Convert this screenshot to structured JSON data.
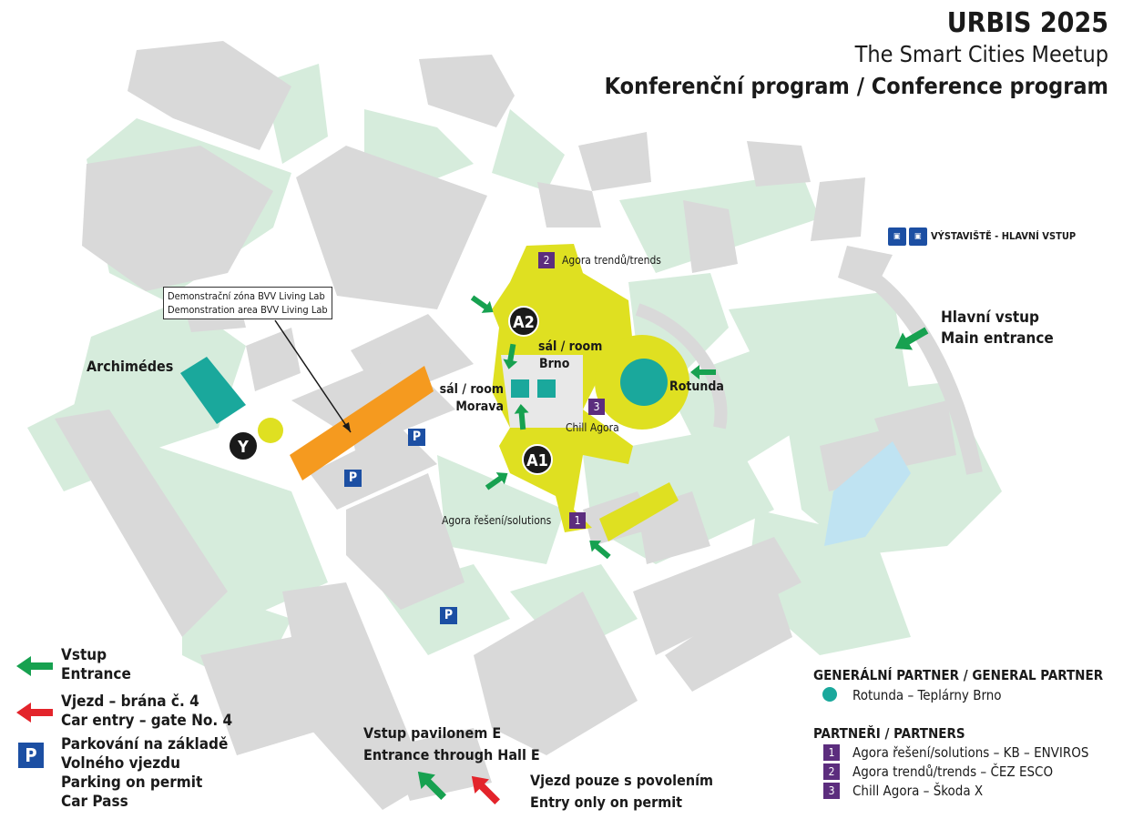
{
  "header": {
    "title": "URBIS 2025",
    "subtitle": "The Smart Cities Meetup",
    "program": "Konferenční program / Conference program"
  },
  "map_labels": {
    "demo_zone_cz": "Demonstrační zóna BVV Living Lab",
    "demo_zone_en": "Demonstration area BVV Living Lab",
    "archimedes": "Archimédes",
    "y_pavilion": "Y",
    "a2_pavilion": "A2",
    "a1_pavilion": "A1",
    "agora_trends": "Agora trendů/trends",
    "agora_solutions": "Agora řešení/solutions",
    "chill_agora": "Chill Agora",
    "room_brno_1": "sál / room",
    "room_brno_2": "Brno",
    "room_morava_1": "sál / room",
    "room_morava_2": "Morava",
    "rotunda": "Rotunda",
    "main_entrance_cz": "Hlavní vstup",
    "main_entrance_en": "Main entrance",
    "vystaviste": "VÝSTAVIŠTĚ - HLAVNÍ VSTUP",
    "hall_e_cz": "Vstup pavilonem E",
    "hall_e_en": "Entrance through Hall E",
    "permit_cz": "Vjezd pouze s povolením",
    "permit_en": "Entry only on permit",
    "num1": "1",
    "num2": "2",
    "num3": "3",
    "parking": "P"
  },
  "legend": {
    "entrance_cz": "Vstup",
    "entrance_en": "Entrance",
    "car_cz": "Vjezd  – brána č. 4",
    "car_en": "Car entry – gate No. 4",
    "parking_1": "Parkování na základě",
    "parking_2": "Volného vjezdu",
    "parking_3": "Parking on permit",
    "parking_4": "Car Pass"
  },
  "partners": {
    "general_head": "GENERÁLNÍ PARTNER / GENERAL PARTNER",
    "general_item": "Rotunda – Teplárny Brno",
    "partners_head": "PARTNEŘI / PARTNERS",
    "items": [
      {
        "num": "1",
        "text": "Agora řešení/solutions – KB – ENVIROS"
      },
      {
        "num": "2",
        "text": "Agora trendů/trends – ČEZ ESCO"
      },
      {
        "num": "3",
        "text": "Chill Agora – Škoda X"
      }
    ]
  },
  "colors": {
    "building": "#d9d9d9",
    "green": "#d6ecdc",
    "highlight": "#dfe021",
    "orange": "#f59a1f",
    "teal": "#1aa89c",
    "entry_arrow": "#17a150",
    "car_arrow": "#e3242b",
    "badge_purple": "#5c2d7e",
    "parking_blue": "#1c4fa3",
    "water": "#bfe3f2"
  }
}
